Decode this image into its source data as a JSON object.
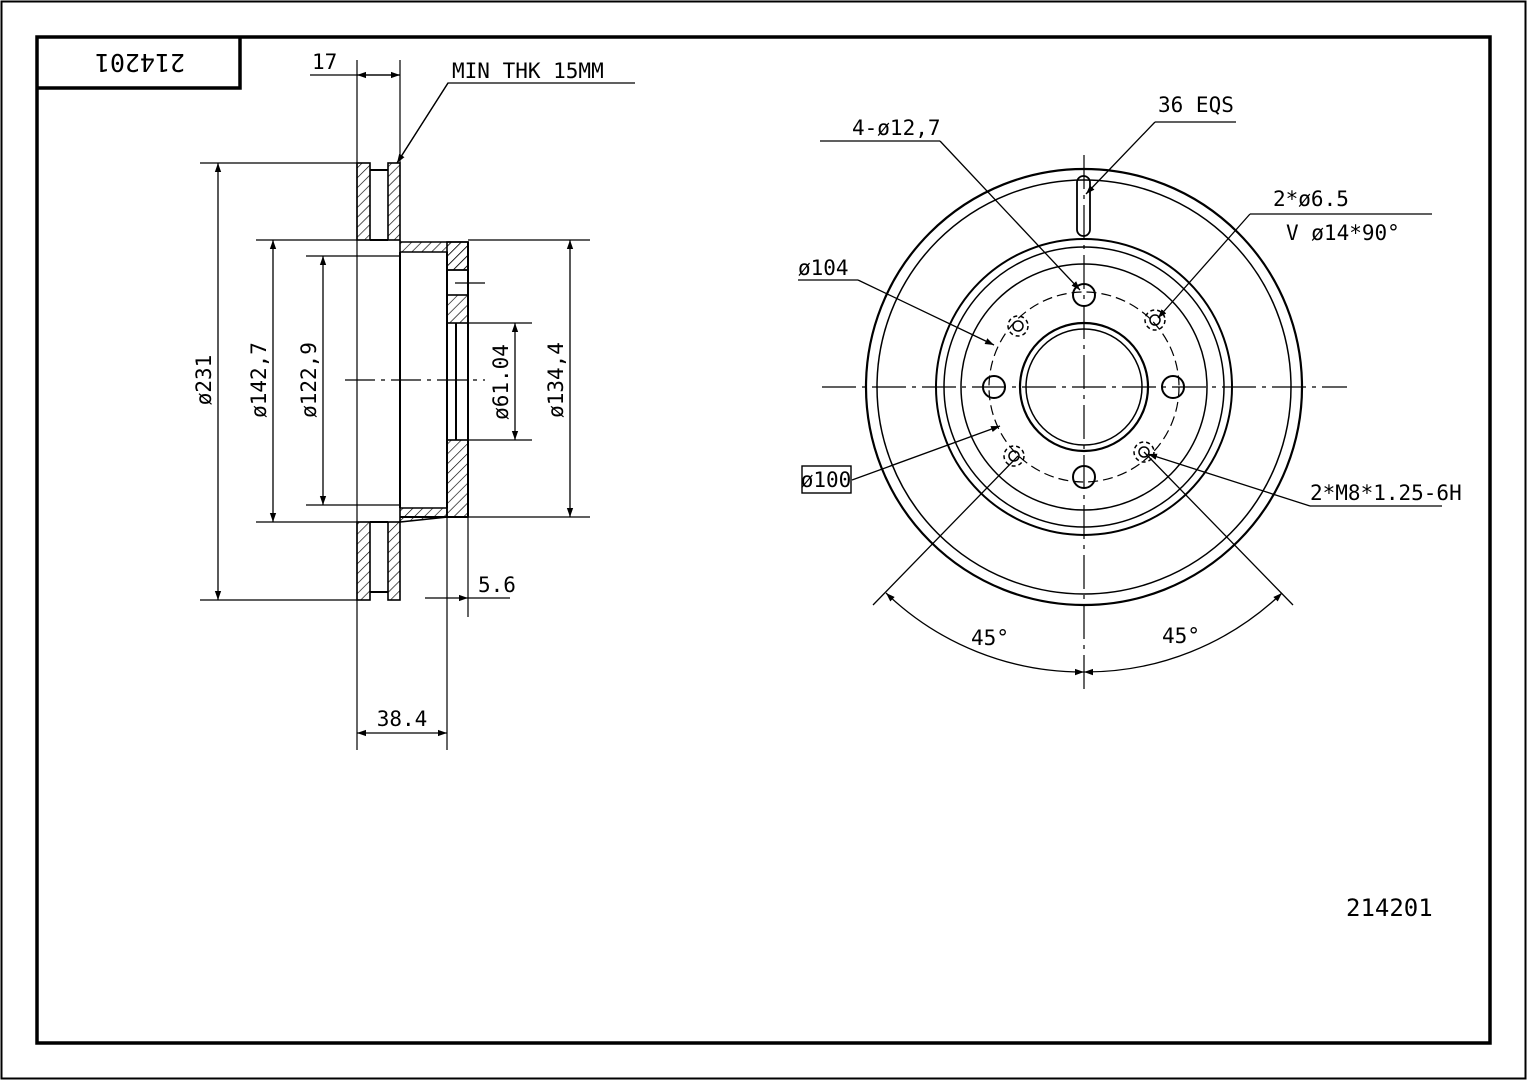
{
  "title_block": {
    "part_number_rotated": "214201"
  },
  "part_number": "214201",
  "side_view": {
    "dim_17": "17",
    "min_thickness": "MIN THK 15MM",
    "dia_231": "ø231",
    "dia_142_7": "ø142,7",
    "dia_122_9": "ø122,9",
    "dia_61_04": "ø61.04",
    "dia_134_4": "ø134,4",
    "dim_5_6": "5.6",
    "dim_38_4": "38.4"
  },
  "front_view": {
    "eqs_36": "36 EQS",
    "holes_4": "4-ø12,7",
    "holes_2_dia": "2*ø6.5",
    "countersink": "V ø14*90°",
    "dia_104": "ø104",
    "dia_100": "ø100",
    "thread_holes": "2*M8*1.25-6H",
    "angle_left": "45°",
    "angle_right": "45°"
  }
}
